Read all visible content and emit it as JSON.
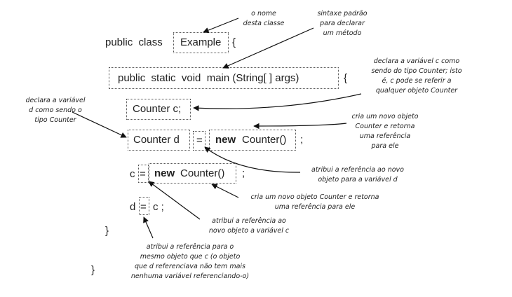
{
  "code": {
    "class_prefix": "public  class",
    "class_name": "Example",
    "class_open": "{",
    "method_signature": "public  static  void  main (String[ ] args)",
    "method_open": "{",
    "decl_c": "Counter c;",
    "decl_d": "Counter d",
    "assign_eq": "=",
    "new_kw": "new",
    "counter_ctor": "Counter()",
    "semicolon": ";",
    "c_var": "c",
    "d_var": "d",
    "c_value": "c ;",
    "method_close": "}",
    "class_close": "}"
  },
  "annotations": {
    "class_name_note": [
      "o nome",
      "desta classe"
    ],
    "method_syntax_note": [
      "sintaxe padrão",
      "para declarar",
      "um método"
    ],
    "declare_c_note": [
      "declara a variável c como",
      "sendo do tipo Counter; isto",
      "é, c pode se referir a",
      "qualquer objeto Counter"
    ],
    "declare_d_note": [
      "declara a variável",
      "d como sendo o",
      "tipo Counter"
    ],
    "new_object_d_note": [
      "cria um novo objeto",
      "Counter e retorna",
      "uma referência",
      "para ele"
    ],
    "assign_ref_d_note": [
      "atribui a referência ao novo",
      "objeto para a variável d"
    ],
    "new_object_c_note": [
      "cria um novo objeto Counter e retorna",
      "uma referência para ele"
    ],
    "assign_ref_c_note": [
      "atribui a referência ao",
      "novo objeto a variável c"
    ],
    "same_object_note": [
      "atribui a referência para o",
      "mesmo objeto que c (o objeto",
      "que d referenciava não tem mais",
      "nenhuma variável referenciando-o)"
    ]
  }
}
